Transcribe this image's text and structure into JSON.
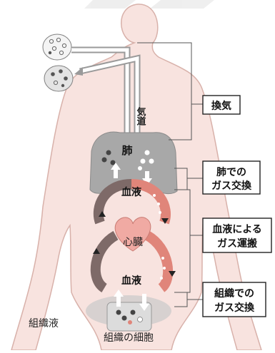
{
  "title": "",
  "labels": {
    "airway": "気道",
    "lung": "肺",
    "blood_top": "血液",
    "heart": "心臓",
    "blood_bottom": "血液",
    "tissue_fluid": "組織液",
    "tissue_cells": "組織の細胞"
  },
  "stages": [
    {
      "lines": [
        "換気"
      ]
    },
    {
      "lines": [
        "肺での",
        "ガス交換"
      ]
    },
    {
      "lines": [
        "血液による",
        "ガス運搬"
      ]
    },
    {
      "lines": [
        "組織での",
        "ガス交換"
      ]
    }
  ],
  "colors": {
    "body_fill": "#f8e3df",
    "body_stroke": "#d8b1aa",
    "lung": "#a8a8a8",
    "oxygenated_blood": "#e0857a",
    "deoxygenated_blood": "#7e6a68",
    "heart": "#f0aaa3",
    "tissue": "#c9c9c9",
    "bracket": "#555555"
  }
}
